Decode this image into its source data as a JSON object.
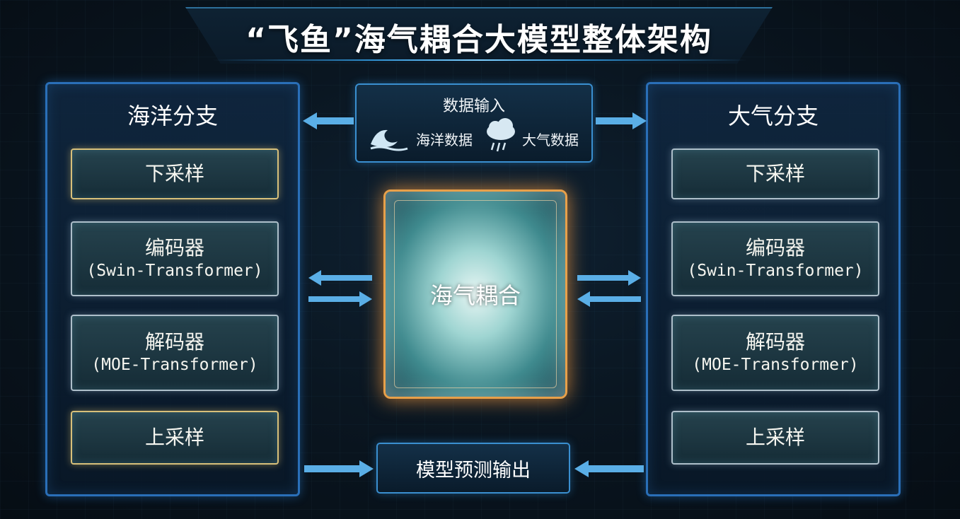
{
  "title": "“飞鱼”海气耦合大模型整体架构",
  "left_branch": {
    "title": "海洋分支",
    "modules": [
      {
        "line1": "下采样",
        "line2": ""
      },
      {
        "line1": "编码器",
        "line2": "(Swin-Transformer)"
      },
      {
        "line1": "解码器",
        "line2": "(MOE-Transformer)"
      },
      {
        "line1": "上采样",
        "line2": ""
      }
    ]
  },
  "right_branch": {
    "title": "大气分支",
    "modules": [
      {
        "line1": "下采样",
        "line2": ""
      },
      {
        "line1": "编码器",
        "line2": "(Swin-Transformer)"
      },
      {
        "line1": "解码器",
        "line2": "(MOE-Transformer)"
      },
      {
        "line1": "上采样",
        "line2": ""
      }
    ]
  },
  "data_input": {
    "title": "数据输入",
    "ocean_label": "海洋数据",
    "ocean_icon": "wave-icon",
    "atmos_label": "大气数据",
    "atmos_icon": "rain-cloud-icon"
  },
  "core": {
    "label": "海气耦合"
  },
  "output": {
    "label": "模型预测输出"
  },
  "colors": {
    "panel_border": "#2a6fb8",
    "core_border": "#e8a04a",
    "arrow": "#5aaee6"
  }
}
